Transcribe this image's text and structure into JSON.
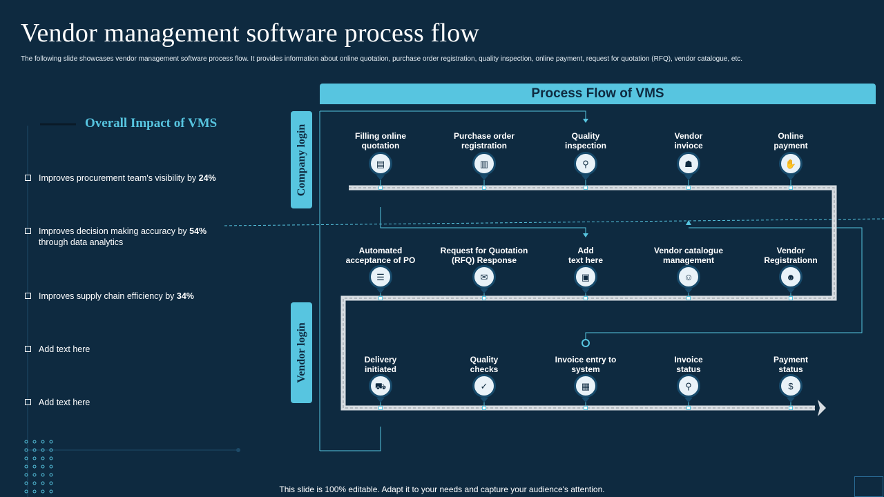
{
  "title": "Vendor management software process flow",
  "subtitle": "The following slide showcases vendor management software process flow. It provides information about online quotation, purchase order registration, quality inspection, online payment, request for quotation (RFQ),  vendor catalogue, etc.",
  "impact": {
    "heading": "Overall Impact of VMS",
    "items": [
      {
        "text": "Improves  procurement  team's visibility  by ",
        "value": "24%",
        "suffix": ""
      },
      {
        "text": "Improves  decision  making accuracy by ",
        "value": "54%",
        "suffix": " through data analytics"
      },
      {
        "text": "Improves  supply chain efficiency by ",
        "value": "34%",
        "suffix": ""
      },
      {
        "text": "Add text here",
        "value": "",
        "suffix": ""
      },
      {
        "text": "Add text here",
        "value": "",
        "suffix": ""
      }
    ]
  },
  "flow": {
    "banner": "Process Flow of VMS",
    "company_tab": "Company login",
    "vendor_tab": "Vendor login",
    "rows": [
      [
        {
          "label": "Filling  online\nquotation",
          "icon": "document-icon",
          "glyph": "▤"
        },
        {
          "label": "Purchase order\nregistration",
          "icon": "clipboard-icon",
          "glyph": "▥"
        },
        {
          "label": "Quality\ninspection",
          "icon": "inspection-icon",
          "glyph": "⚲"
        },
        {
          "label": "Vendor\ninvioce",
          "icon": "invoice-person-icon",
          "glyph": "☗"
        },
        {
          "label": "Online\npayment",
          "icon": "hand-money-icon",
          "glyph": "✋"
        }
      ],
      [
        {
          "label": "Automated\nacceptance of PO",
          "icon": "checklist-icon",
          "glyph": "☰"
        },
        {
          "label": "Request for Quotation\n(RFQ)  Response",
          "icon": "chat-icon",
          "glyph": "✉"
        },
        {
          "label": "Add\ntext here",
          "icon": "file-icon",
          "glyph": "▣"
        },
        {
          "label": "Vendor catalogue\nmanagement",
          "icon": "catalogue-user-icon",
          "glyph": "☺"
        },
        {
          "label": "Vendor\nRegistrationn",
          "icon": "user-register-icon",
          "glyph": "☻"
        }
      ],
      [
        {
          "label": "Delivery\ninitiated",
          "icon": "truck-icon",
          "glyph": "⛟"
        },
        {
          "label": "Quality\nchecks",
          "icon": "quality-check-icon",
          "glyph": "✓"
        },
        {
          "label": "Invoice  entry to\nsystem",
          "icon": "invoice-icon",
          "glyph": "▦"
        },
        {
          "label": "Invoice\nstatus",
          "icon": "search-doc-icon",
          "glyph": "⚲"
        },
        {
          "label": "Payment\nstatus",
          "icon": "payment-icon",
          "glyph": "$"
        }
      ]
    ]
  },
  "footer": "This slide is 100% editable. Adapt it to your needs and capture your audience's attention.",
  "colors": {
    "background": "#0e2a40",
    "accent": "#57c5e0",
    "track": "#d8dde2"
  }
}
